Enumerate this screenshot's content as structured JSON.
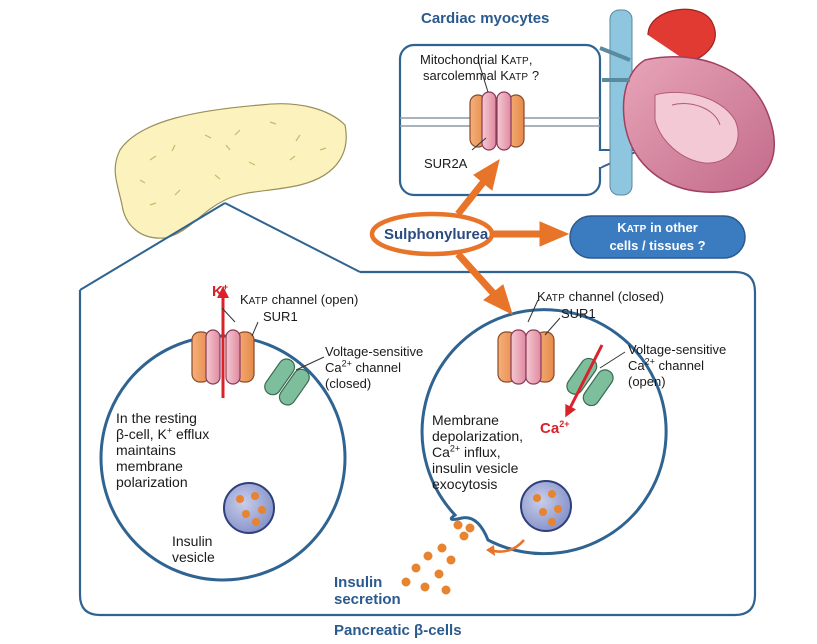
{
  "diagram": {
    "cardiac": {
      "title": "Cardiac myocytes",
      "question_line1_prefix": "Mitochondrial K",
      "question_line1_sub": "ATP",
      "question_line1_suffix": ",",
      "question_line2_prefix": "sarcolemmal K",
      "question_line2_sub": "ATP",
      "question_line2_suffix": " ?",
      "receptor": "SUR2A"
    },
    "drug": {
      "label": "Sulphonylurea"
    },
    "other": {
      "line1_prefix": "K",
      "line1_sub": "ATP",
      "line1_suffix": " in other",
      "line2": "cells / tissues ?"
    },
    "resting_cell": {
      "ion": "K",
      "ion_charge": "+",
      "channel_prefix": "K",
      "channel_sub": "ATP",
      "channel_suffix": " channel (open)",
      "receptor": "SUR1",
      "ca_line1": "Voltage-sensitive",
      "ca_line2_prefix": "Ca",
      "ca_line2_sup": "2+",
      "ca_line2_suffix": " channel",
      "ca_line3": "(closed)",
      "desc_line1": "In the resting",
      "desc_line2_prefix": "β-cell, K",
      "desc_line2_sup": "+",
      "desc_line2_suffix": " efflux",
      "desc_line3": "maintains",
      "desc_line4": "membrane",
      "desc_line5": "polarization",
      "vesicle_line1": "Insulin",
      "vesicle_line2": "vesicle"
    },
    "active_cell": {
      "channel_prefix": "K",
      "channel_sub": "ATP",
      "channel_suffix": " channel (closed)",
      "receptor": "SUR1",
      "ca_line1": "Voltage-sensitive",
      "ca_line2_prefix": "Ca",
      "ca_line2_sup": "2+",
      "ca_line2_suffix": " channel",
      "ca_line3": "(open)",
      "ion": "Ca",
      "ion_charge": "2+",
      "desc_line1": "Membrane",
      "desc_line2": "depolarization,",
      "desc_line3_prefix": "Ca",
      "desc_line3_sup": "2+",
      "desc_line3_suffix": " influx,",
      "desc_line4": "insulin vesicle",
      "desc_line5": "exocytosis"
    },
    "secretion": {
      "line1": "Insulin",
      "line2": "secretion"
    },
    "bottom_title": "Pancreatic β-cells",
    "colors": {
      "accent_orange": "#e8742a",
      "arrow_red": "#d9222a",
      "box_blue": "#2f6391",
      "label_blue": "#2a5a8e",
      "pill_blue": "#3b7cc0",
      "pancreas": "#fbf2bd",
      "ca_channel": "#7dbf9c",
      "katp_pink": "#e9a8b8",
      "insulin_dot": "#e8832f",
      "vesicle": "#7f8dc6"
    }
  }
}
